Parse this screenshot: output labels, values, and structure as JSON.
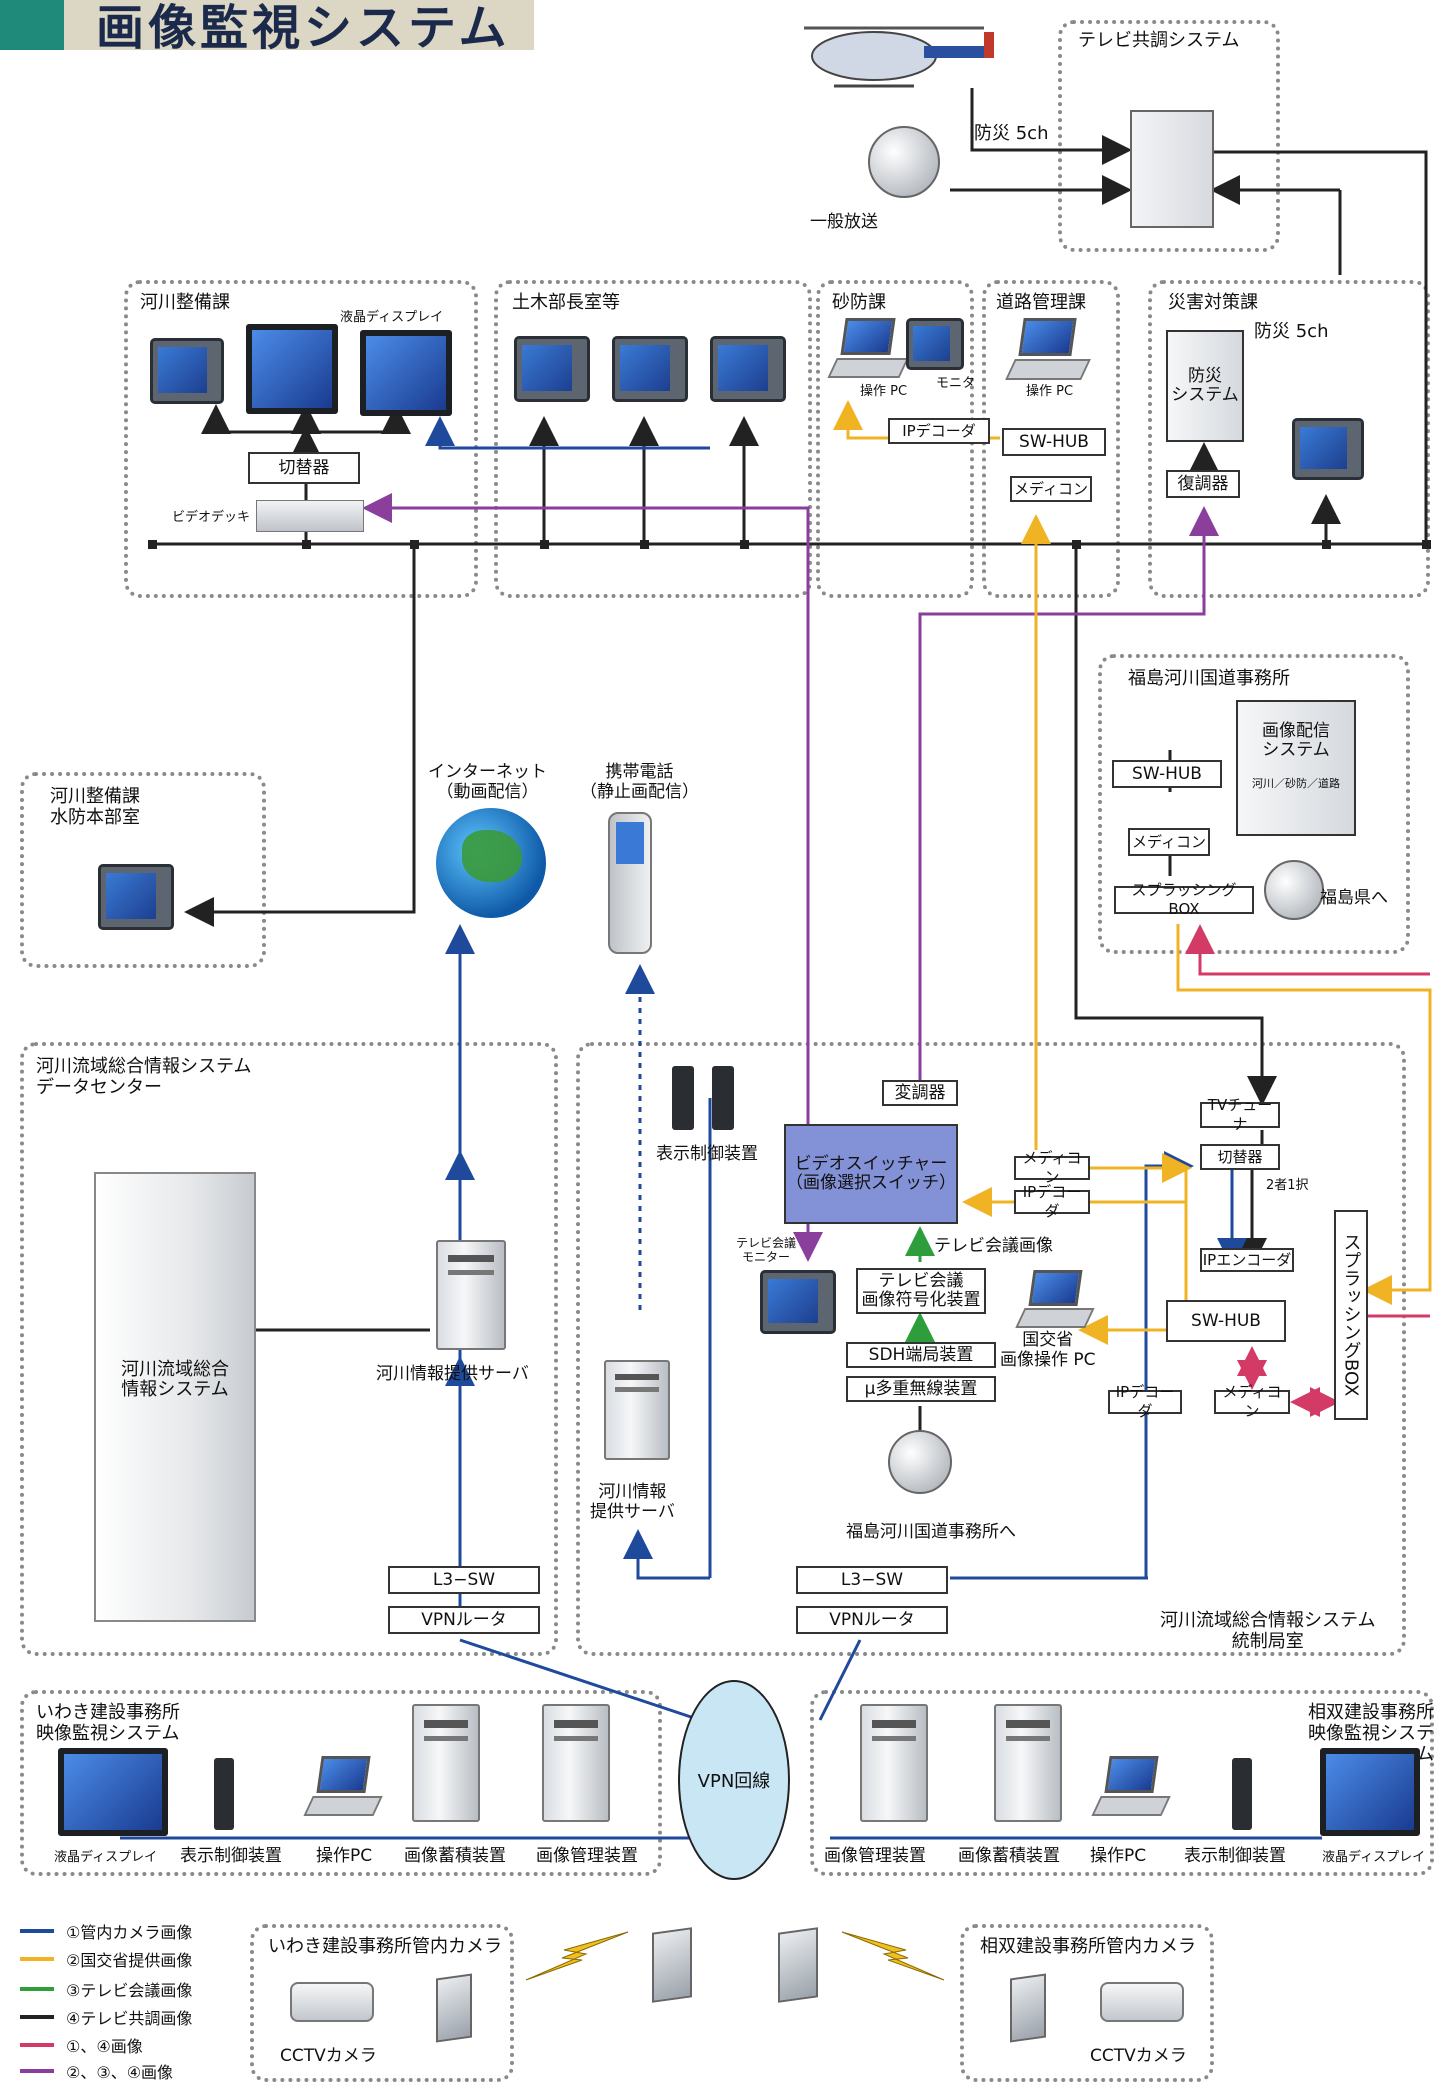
{
  "title": "画像監視システム",
  "colors": {
    "blue": "#1f4a9c",
    "yellow": "#f0b323",
    "green": "#2e9e3c",
    "black": "#222222",
    "red": "#d33a66",
    "purple": "#8a3f9c",
    "switcher": "#8391d6",
    "vpn": "#c9e6f5",
    "title_bg": "#dcd6c4",
    "title_accent": "#1f8a7a"
  },
  "regions": {
    "tv_kyocho": "テレビ共調システム",
    "kasen_seibi": "河川整備課",
    "doboku": "土木部長室等",
    "sabo": "砂防課",
    "doro": "道路管理課",
    "saigai": "災害対策課",
    "fukushima_office": "福島河川国道事務所",
    "suibo": "河川整備課\n水防本部室",
    "datacenter": "河川流域総合情報システム\nデータセンター",
    "control_room": "河川流域総合情報システム\n統制局室",
    "iwaki": "いわき建設事務所\n映像監視システム",
    "soso": "相双建設事務所\n映像監視システム",
    "iwaki_cam": "いわき建設事務所管内カメラ",
    "soso_cam": "相双建設事務所管内カメラ"
  },
  "labels": {
    "bousai_5ch_top": "防災 5ch",
    "ippan_housou": "一般放送",
    "ekisho_display": "液晶ディスプレイ",
    "kirikaeki": "切替器",
    "video_deck": "ビデオデッキ",
    "sousa_pc": "操作 PC",
    "monitor": "モニタ",
    "ip_decoder_sabo": "IPデコーダ",
    "sw_hub_doro": "SW-HUB",
    "mediacon_doro": "メディコン",
    "sousa_pc_doro": "操作 PC",
    "bousai_5ch_saigai": "防災 5ch",
    "bousai_system": "防災\nシステム",
    "fukuchouki": "復調器",
    "gazo_haishin": "画像配信\nシステム",
    "gazo_haishin_sub": "河川／砂防／道路",
    "sw_hub_fk": "SW-HUB",
    "mediacon_fk": "メディコン",
    "splashing_box_fk": "スプラッシングBOX",
    "fukushima_ken_he": "福島県へ",
    "internet": "インターネット\n（動画配信）",
    "keitai": "携帯電話\n（静止画配信）",
    "kasen_server_dc": "河川情報提供サーバ",
    "kasen_system": "河川流域総合\n情報システム",
    "l3sw_dc": "L3−SW",
    "vpn_router_dc": "VPNルータ",
    "hyoji_seigyo": "表示制御装置",
    "henchouki": "変調器",
    "video_switcher": "ビデオスイッチャー\n（画像選択スイッチ）",
    "tv_kaigi_monitor": "テレビ会議\nモニター",
    "tv_kaigi_gazo": "テレビ会議画像",
    "tv_kaigi_fugoka": "テレビ会議\n画像符号化装置",
    "sdh": "SDH端局装置",
    "mu_tajuu": "μ多重無線装置",
    "fukushima_jimusho_he": "福島河川国道事務所へ",
    "kasen_server_cr": "河川情報\n提供サーバ",
    "mediacon_cr": "メディコン",
    "ip_decoder_cr": "IPデコーダ",
    "tv_tuner": "TVチューナ",
    "kirikaeki_cr": "切替器",
    "nisha_ittaku": "2者1択",
    "ip_encoder": "IPエンコーダ",
    "sw_hub_cr": "SW-HUB",
    "kokkosho_pc": "国交省\n画像操作 PC",
    "ip_decoder_cr2": "IPデコーダ",
    "mediacon_cr2": "メディコン",
    "splashing_box_cr": "スプラッシングBOX",
    "l3sw_cr": "L3−SW",
    "vpn_router_cr": "VPNルータ",
    "vpn_kaisen": "VPN回線",
    "iwaki_ekisho": "液晶ディスプレイ",
    "iwaki_hyoji": "表示制御装置",
    "iwaki_pc": "操作PC",
    "iwaki_chikuseki": "画像蓄積装置",
    "iwaki_kanri": "画像管理装置",
    "soso_kanri": "画像管理装置",
    "soso_chikuseki": "画像蓄積装置",
    "soso_pc": "操作PC",
    "soso_hyoji": "表示制御装置",
    "soso_ekisho": "液晶ディスプレイ",
    "cctv_iwaki": "CCTVカメラ",
    "cctv_soso": "CCTVカメラ"
  },
  "legend": [
    {
      "label": "①管内カメラ画像",
      "color": "#1f4a9c"
    },
    {
      "label": "②国交省提供画像",
      "color": "#f0b323"
    },
    {
      "label": "③テレビ会議画像",
      "color": "#2e9e3c"
    },
    {
      "label": "④テレビ共調画像",
      "color": "#222222"
    },
    {
      "label": "①、④画像",
      "color": "#d33a66"
    },
    {
      "label": "②、③、④画像",
      "color": "#8a3f9c"
    }
  ],
  "icons": {
    "helicopter": "helicopter-icon",
    "globe": "globe-icon",
    "phone": "mobile-phone-icon",
    "lightning": "lightning-icon"
  }
}
